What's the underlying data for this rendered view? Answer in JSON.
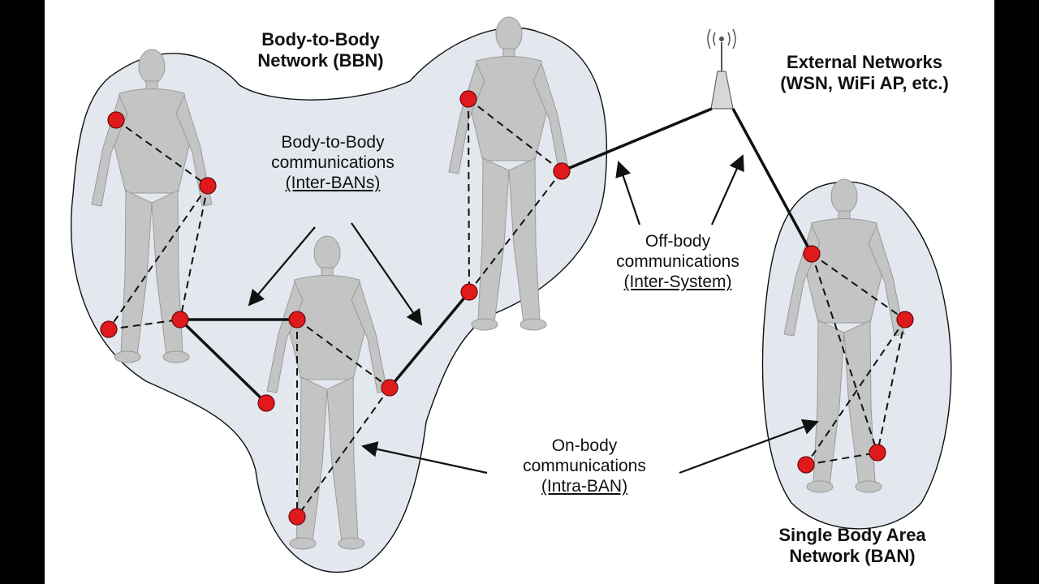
{
  "labels": {
    "bbn_title": [
      "Body-to-Body",
      "Network (BBN)"
    ],
    "external_networks": [
      "External Networks",
      "(WSN, WiFi AP, etc.)"
    ],
    "body_to_body_comm": [
      "Body-to-Body",
      "communications",
      "(Inter-BANs)"
    ],
    "off_body_comm": [
      "Off-body",
      "communications",
      "(Inter-System)"
    ],
    "on_body_comm": [
      "On-body",
      "communications",
      "(Intra-BAN)"
    ],
    "single_ban": [
      "Single Body Area",
      "Network (BAN)"
    ]
  },
  "colors": {
    "background": "#000000",
    "panel": "#ffffff",
    "network_region": "#e3e8ef",
    "body": "#c4c4c4",
    "node": "#e0191c",
    "link": "#111111"
  },
  "icons": {
    "access_point": "antenna-icon",
    "sensor_node": "red-dot-icon",
    "human_body": "human-figure-icon"
  }
}
